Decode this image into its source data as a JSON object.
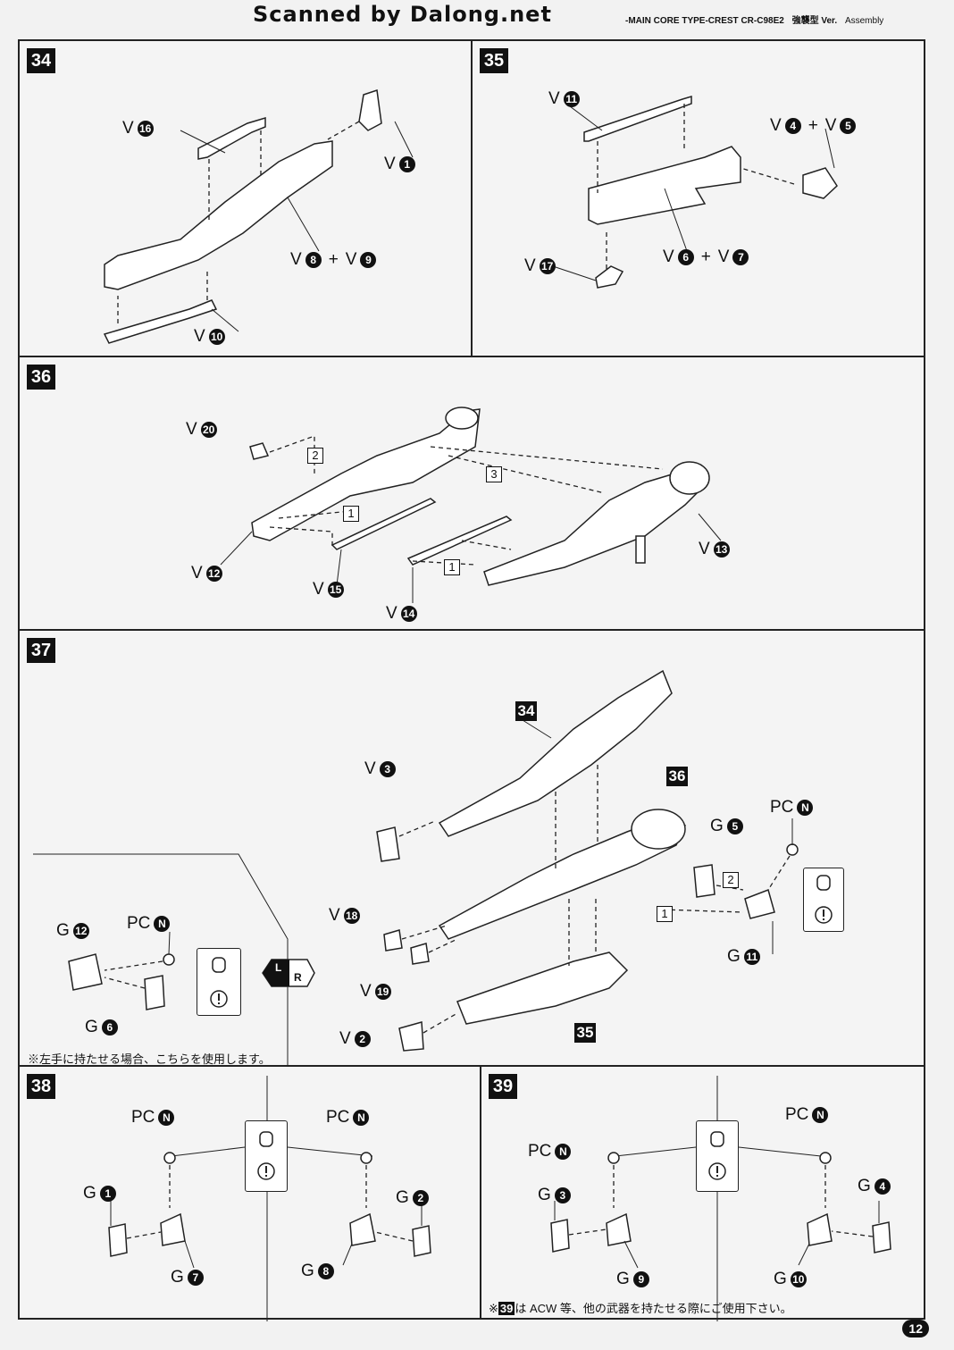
{
  "scanner": "Scanned by Dalong.net",
  "header": {
    "model": "-MAIN CORE TYPE-CREST  CR-C98E2",
    "version": "強襲型 Ver.",
    "section": "Assembly"
  },
  "page_number": "12",
  "steps": {
    "s34": {
      "num": "34",
      "labels": [
        {
          "letter": "V",
          "parts": [
            "16"
          ]
        },
        {
          "letter": "V",
          "parts": [
            "1"
          ]
        },
        {
          "letter": "V",
          "parts": [
            "8",
            "9"
          ]
        },
        {
          "letter": "V",
          "parts": [
            "10"
          ]
        }
      ]
    },
    "s35": {
      "num": "35",
      "labels": [
        {
          "letter": "V",
          "parts": [
            "11"
          ]
        },
        {
          "letter": "V",
          "parts": [
            "4",
            "5"
          ]
        },
        {
          "letter": "V",
          "parts": [
            "6",
            "7"
          ]
        },
        {
          "letter": "V",
          "parts": [
            "17"
          ]
        }
      ]
    },
    "s36": {
      "num": "36",
      "order": [
        "1",
        "2",
        "3"
      ],
      "labels": [
        {
          "letter": "V",
          "parts": [
            "20"
          ]
        },
        {
          "letter": "V",
          "parts": [
            "12"
          ]
        },
        {
          "letter": "V",
          "parts": [
            "15"
          ]
        },
        {
          "letter": "V",
          "parts": [
            "14"
          ]
        },
        {
          "letter": "V",
          "parts": [
            "13"
          ]
        }
      ]
    },
    "s37": {
      "num": "37",
      "refs": [
        "34",
        "36",
        "35"
      ],
      "order": [
        "1",
        "2"
      ],
      "labels": [
        {
          "letter": "V",
          "parts": [
            "3"
          ]
        },
        {
          "letter": "G",
          "parts": [
            "5"
          ]
        },
        {
          "letter": "PC",
          "parts": [
            "N"
          ]
        },
        {
          "letter": "V",
          "parts": [
            "18"
          ]
        },
        {
          "letter": "V",
          "parts": [
            "19"
          ]
        },
        {
          "letter": "V",
          "parts": [
            "2"
          ]
        },
        {
          "letter": "G",
          "parts": [
            "11"
          ]
        },
        {
          "letter": "G",
          "parts": [
            "12"
          ]
        },
        {
          "letter": "PC",
          "parts": [
            "N"
          ]
        },
        {
          "letter": "G",
          "parts": [
            "6"
          ]
        }
      ],
      "lr_left": "L",
      "lr_right": "R",
      "note": "※左手に持たせる場合、こちらを使用します。"
    },
    "s38": {
      "num": "38",
      "labels": [
        {
          "letter": "PC",
          "parts": [
            "N"
          ]
        },
        {
          "letter": "PC",
          "parts": [
            "N"
          ]
        },
        {
          "letter": "G",
          "parts": [
            "1"
          ]
        },
        {
          "letter": "G",
          "parts": [
            "2"
          ]
        },
        {
          "letter": "G",
          "parts": [
            "7"
          ]
        },
        {
          "letter": "G",
          "parts": [
            "8"
          ]
        }
      ]
    },
    "s39": {
      "num": "39",
      "labels": [
        {
          "letter": "PC",
          "parts": [
            "N"
          ]
        },
        {
          "letter": "PC",
          "parts": [
            "N"
          ]
        },
        {
          "letter": "G",
          "parts": [
            "3"
          ]
        },
        {
          "letter": "G",
          "parts": [
            "4"
          ]
        },
        {
          "letter": "G",
          "parts": [
            "9"
          ]
        },
        {
          "letter": "G",
          "parts": [
            "10"
          ]
        }
      ],
      "note_ref": "39",
      "note": "は ACW 等、他の武器を持たせる際にご使用下さい。"
    }
  }
}
